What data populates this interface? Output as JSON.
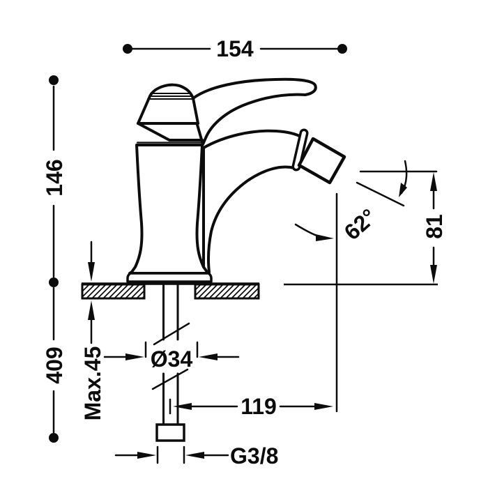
{
  "page": {
    "background_color": "#ffffff",
    "line_color": "#0c0c0c"
  },
  "diagram": {
    "type": "technical-dimension-drawing",
    "subject": "single-lever bidet mixer tap, side elevation with mounting deck",
    "units": "mm",
    "dimensions": {
      "overall_depth": {
        "label": "154"
      },
      "height_above_deck": {
        "label": "146"
      },
      "height_below_deck": {
        "label": "409"
      },
      "max_deck_thickness": {
        "label": "Max.45"
      },
      "shank_diameter": {
        "label": "Ø34"
      },
      "spout_reach": {
        "label": "119"
      },
      "inlet_thread": {
        "label": "G3/8"
      },
      "spout_angle": {
        "label": "62°"
      },
      "outlet_height": {
        "label": "81"
      }
    }
  }
}
